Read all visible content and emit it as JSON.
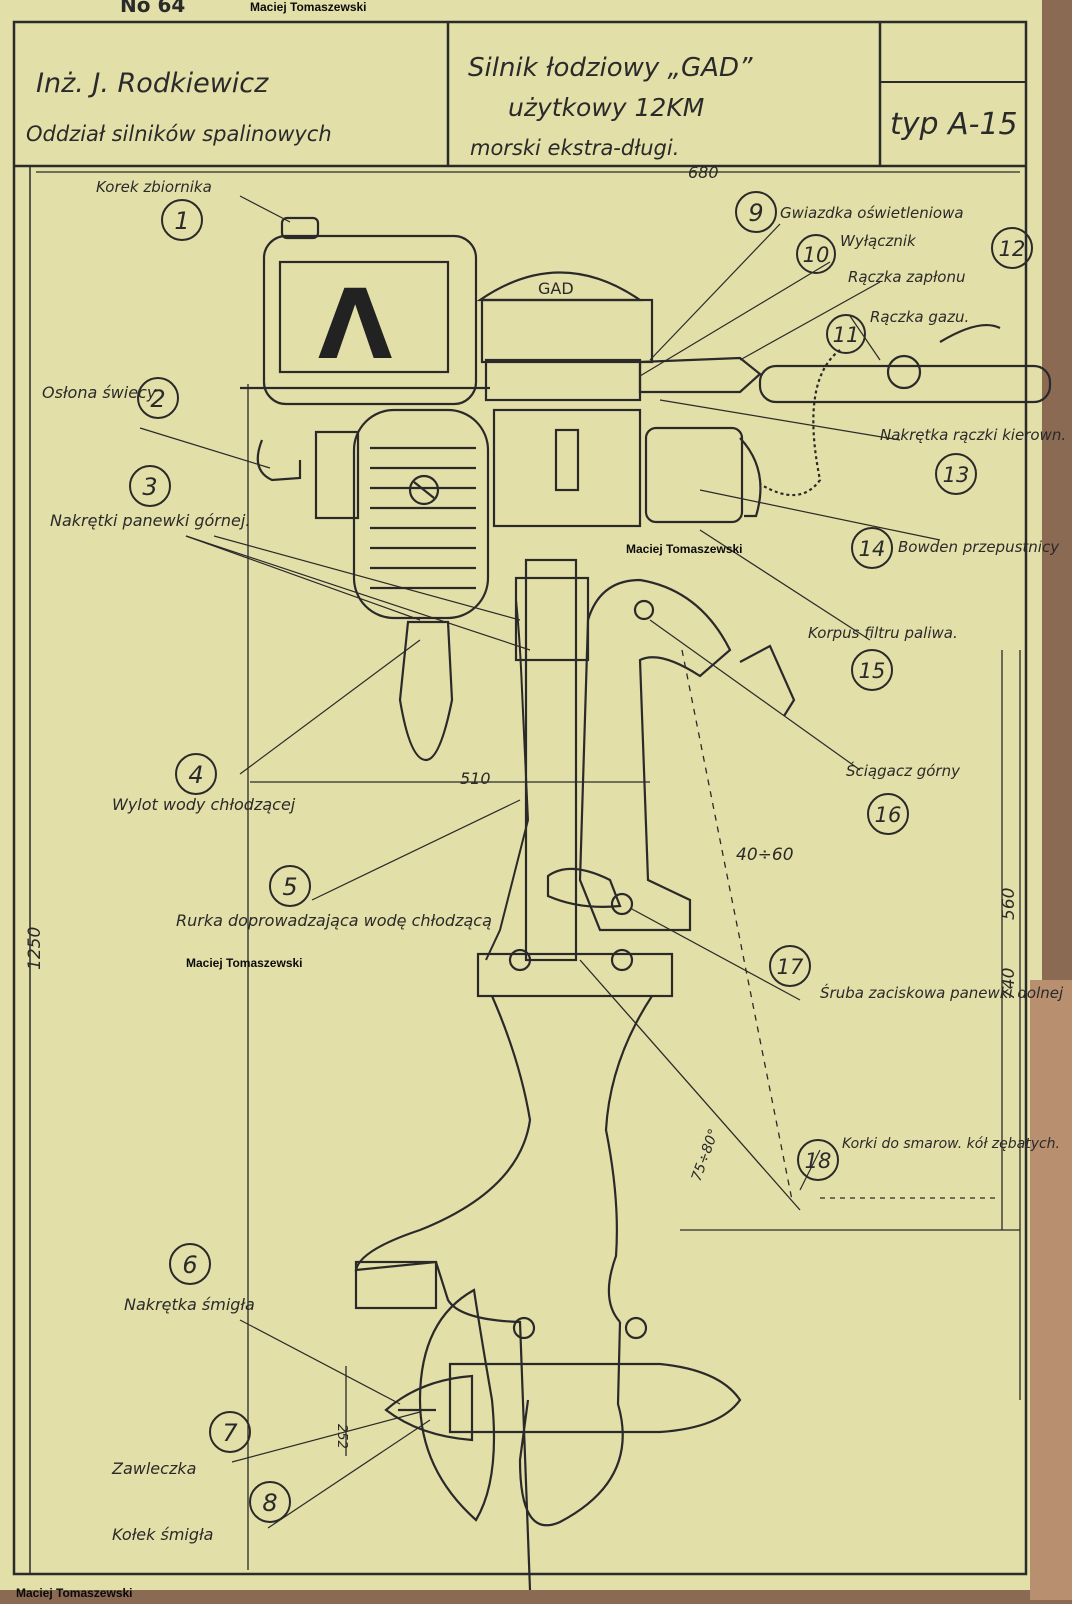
{
  "watermark": "Maciej Tomaszewski",
  "top_corner_text": "No 64",
  "title_block": {
    "author": "Inż. J. Rodkiewicz",
    "department": "Oddział silników spalinowych",
    "title_line1": "Silnik łodziowy „GAD”",
    "title_line2": "użytkowy 12KM",
    "title_line3": "morski ekstra-długi.",
    "type": "typ A-15"
  },
  "callouts": [
    {
      "num": "1",
      "label": "Korek zbiornika"
    },
    {
      "num": "2",
      "label": "Osłona świecy"
    },
    {
      "num": "3",
      "label": "Nakrętki panewki górnej."
    },
    {
      "num": "4",
      "label": "Wylot wody chłodzącej"
    },
    {
      "num": "5",
      "label": "Rurka doprowadzająca wodę chłodzącą"
    },
    {
      "num": "6",
      "label": "Nakrętka śmigła"
    },
    {
      "num": "7",
      "label": "Zawleczka"
    },
    {
      "num": "8",
      "label": "Kołek śmigła"
    },
    {
      "num": "9",
      "label": "Gwiazdka oświetleniowa"
    },
    {
      "num": "10",
      "label": "Wyłącznik"
    },
    {
      "num": "11",
      "label": "Rączka gazu."
    },
    {
      "num": "12",
      "label": "Rączka zapłonu"
    },
    {
      "num": "13",
      "label": "Nakrętka rączki kierown."
    },
    {
      "num": "14",
      "label": "Bowden przepustnicy"
    },
    {
      "num": "15",
      "label": "Korpus filtru paliwa."
    },
    {
      "num": "16",
      "label": "Ściągacz górny"
    },
    {
      "num": "17",
      "label": "Śruba zaciskowa panewki dolnej"
    },
    {
      "num": "18",
      "label": "Korki do smarow. kół zębatych."
    }
  ],
  "dimensions": {
    "width_top": "680",
    "width_mid": "510",
    "height_total": "1250",
    "height_740": "740",
    "height_560": "560",
    "range": "40÷60",
    "angle": "75÷80°",
    "prop_dia": "252"
  },
  "tank_badge": "Λ",
  "cover_text": "GAD"
}
